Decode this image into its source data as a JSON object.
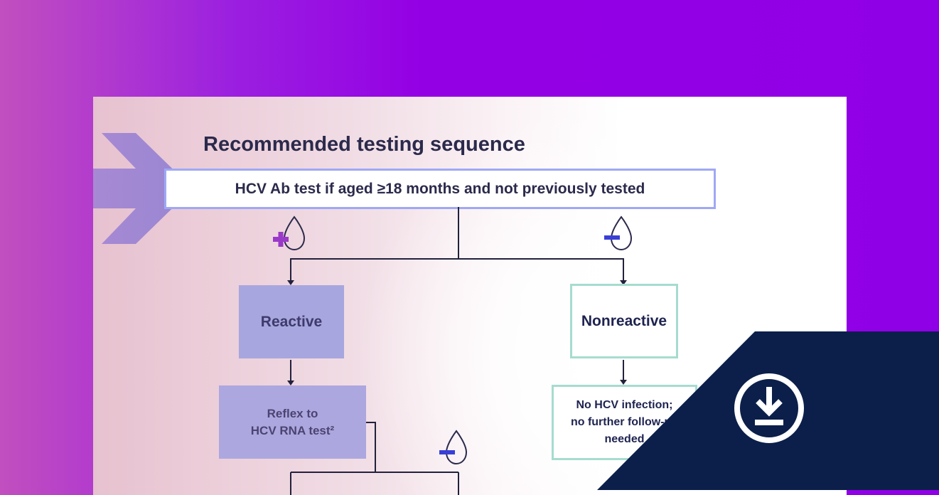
{
  "diagram": {
    "title": "Recommended testing sequence",
    "top_step": "HCV Ab test if aged ≥18 months and not previously tested",
    "reactive_label": "Reactive",
    "reflex_label": "Reflex to\nHCV RNA test²",
    "nonreactive_label": "Nonreactive",
    "nonreactive_outcome": "No HCV infection;\nno further follow-up\nneeded"
  },
  "icons": {
    "positive": "positive-blood-drop-icon",
    "negative": "negative-blood-drop-icon",
    "download": "download-icon"
  },
  "colors": {
    "background_purple": "#9000e6",
    "download_panel": "#0b1f4a",
    "positive_accent": "#9a39c9",
    "negative_accent": "#3a3fd6",
    "nonreactive_border": "#a6dccf"
  }
}
